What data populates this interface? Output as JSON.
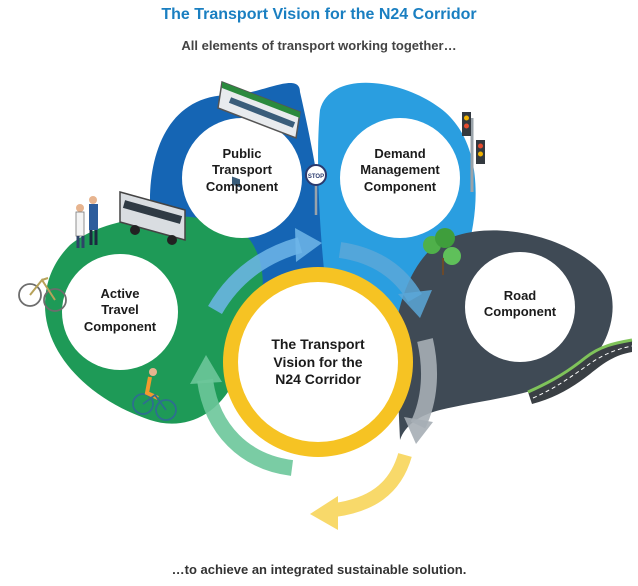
{
  "header": {
    "title": "The Transport Vision for the N24 Corridor",
    "subtitle": "All elements of transport working together…"
  },
  "components": {
    "public_transport": "Public\nTransport\nComponent",
    "demand_management": "Demand\nManagement\nComponent",
    "active_travel": "Active\nTravel\nComponent",
    "road": "Road\nComponent",
    "centre": "The Transport\nVision for the\nN24 Corridor"
  },
  "stop_sign_text": "STOP",
  "footer": {
    "text": "…to achieve an integrated sustainable solution."
  },
  "colors": {
    "title_blue": "#1a7fc1",
    "public_transport_blue": "#1565b4",
    "demand_light_blue": "#2a9ee0",
    "active_green": "#1e9a57",
    "road_grey": "#3f4a55",
    "centre_yellow": "#f6c323"
  },
  "icons": [
    "train-icon",
    "bus-icon",
    "traffic-light-icon",
    "stop-sign-icon",
    "tree-icon",
    "road-icon",
    "bicycle-icon",
    "cyclist-icon",
    "pedestrians-icon"
  ]
}
